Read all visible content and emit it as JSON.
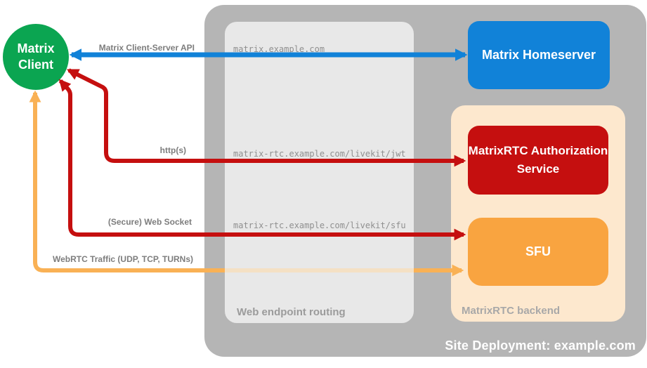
{
  "client": {
    "label_line1": "Matrix",
    "label_line2": "Client",
    "color": "#0ba551"
  },
  "site_deployment": {
    "label": "Site Deployment: example.com",
    "bg_color": "#b5b5b5"
  },
  "web_endpoint_routing": {
    "label": "Web endpoint routing",
    "bg_color": "#e8e8e8",
    "endpoints": [
      "matrix.example.com",
      "matrix-rtc.example.com/livekit/jwt",
      "matrix-rtc.example.com/livekit/sfu"
    ]
  },
  "matrixrtc_backend": {
    "label": "MatrixRTC backend",
    "bg_color": "#fde8ce"
  },
  "nodes": {
    "homeserver": {
      "label": "Matrix Homeserver",
      "color": "#1182d8"
    },
    "auth_service": {
      "label": "MatrixRTC Authorization Service",
      "color": "#c50f0f"
    },
    "sfu": {
      "label": "SFU",
      "color": "#f9a440"
    }
  },
  "arrows": [
    {
      "id": "client-server-api",
      "label": "Matrix Client-Server API",
      "color": "#1182d8",
      "bidirectional": true
    },
    {
      "id": "https",
      "label": "http(s)",
      "color": "#c50f0f",
      "bidirectional": true
    },
    {
      "id": "secure-web-socket",
      "label": "(Secure) Web Socket",
      "color": "#c50f0f",
      "bidirectional": true
    },
    {
      "id": "webrtc-traffic",
      "label": "WebRTC Traffic (UDP, TCP, TURNs)",
      "color": "#f9b155",
      "bidirectional": true
    }
  ]
}
